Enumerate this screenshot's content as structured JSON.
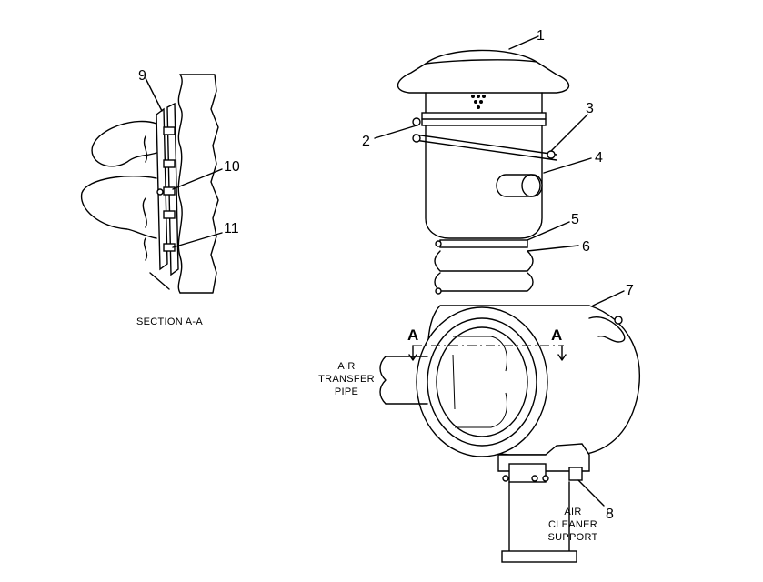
{
  "callouts": [
    "1",
    "2",
    "3",
    "4",
    "5",
    "6",
    "7",
    "8",
    "9",
    "10",
    "11"
  ],
  "section_caption": "SECTION A-A",
  "section_marker": "A",
  "air_transfer_pipe": [
    "AIR",
    "TRANSFER",
    "PIPE"
  ],
  "air_cleaner_support": [
    "AIR",
    "CLEANER",
    "SUPPORT"
  ]
}
